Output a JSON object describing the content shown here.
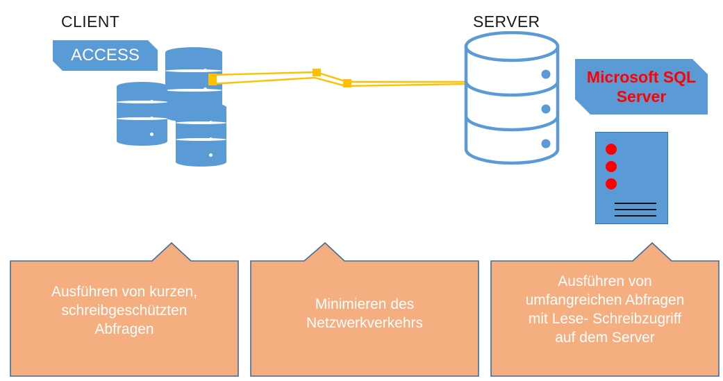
{
  "diagram": {
    "title_left": "CLIENT",
    "title_right": "SERVER",
    "colors": {
      "blue": "#5B9BD5",
      "blue_stroke": "#2E75B6",
      "orange_fill": "#F4AE7F",
      "orange_stroke": "#3B6E9E",
      "connector": "#FFC000",
      "red": "#FF0000",
      "text_dark": "#1a1a1a"
    }
  },
  "client": {
    "label": "CLIENT",
    "badge": "ACCESS",
    "db_icon_name": "client-database-stack"
  },
  "server": {
    "label": "SERVER",
    "badge_line1": "Microsoft",
    "badge_line2": "SQL Server",
    "badge_text": "Microsoft\nSQL Server",
    "db_icon_name": "server-database-cylinder",
    "doc_icon_name": "server-document-card"
  },
  "connector": {
    "name": "network-link-arrow",
    "color": "#FFC000"
  },
  "callouts": [
    {
      "name": "callout-short-readonly-queries",
      "text": "Ausführen von kurzen,\nschreibgeschützten\nAbfragen"
    },
    {
      "name": "callout-minimize-network-traffic",
      "text": "Minimieren des\nNetzwerkverkehrs"
    },
    {
      "name": "callout-large-readwrite-queries",
      "text": "Ausführen von\numfangreichen Abfragen\nmit Lese- Schreibzugriff\nauf dem Server"
    }
  ]
}
